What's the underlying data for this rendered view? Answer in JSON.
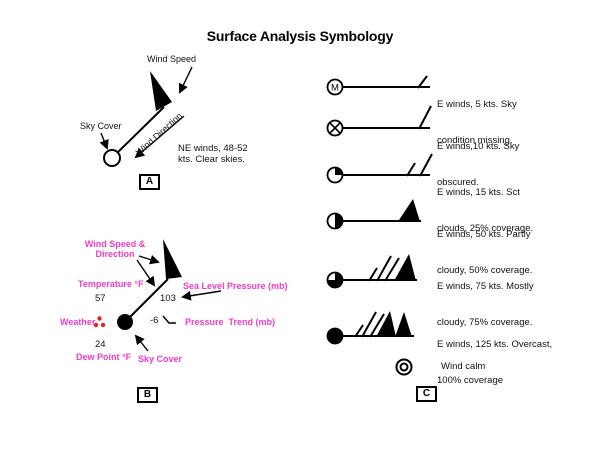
{
  "title": "Surface Analysis Symbology",
  "colors": {
    "label_magenta": "#f23cc7",
    "weather_red": "#e62222",
    "ink_black": "#000000"
  },
  "section_a": {
    "tag": "A",
    "wind_speed_label": "Wind Speed",
    "sky_cover_label": "Sky Cover",
    "wind_direction_label": "Wind Direction",
    "caption_line1": "NE winds, 48-52",
    "caption_line2": "kts. Clear skies."
  },
  "section_b": {
    "tag": "B",
    "label_line1": "Wind Speed &",
    "label_line2": "Direction",
    "temperature_label": "Temperature °F",
    "temperature_value": "57",
    "sea_level_pressure_label": "Sea Level Pressure (mb)",
    "sea_level_pressure_value": "103",
    "weather_label": "Weather",
    "weather_symbol": "moderate-rain-dots",
    "pressure_trend_value": "-6",
    "pressure_trend_symbol": "falling-then-steady",
    "pressure_trend_label": "Pressure  Trend (mb)",
    "dew_point_value": "24",
    "dew_point_label": "Dew Point °F",
    "sky_cover_label": "Sky Cover",
    "sky_cover_symbol": "overcast-filled-circle"
  },
  "section_c": {
    "tag": "C",
    "circle_m_letter": "M",
    "rows": [
      {
        "symbol": "circle-M-with-half-barb",
        "line1": "E winds, 5 kts. Sky",
        "line2": "condition missing."
      },
      {
        "symbol": "circle-X-with-full-barb",
        "line1": "E winds,10 kts. Sky",
        "line2": "obscured."
      },
      {
        "symbol": "quarter-filled-circle-full-plus-half-barb",
        "line1": "E winds, 15 kts. Sct",
        "line2": "clouds, 25% coverage."
      },
      {
        "symbol": "half-filled-circle-pennant",
        "line1": "E winds, 50 kts. Partly",
        "line2": "cloudy, 50% coverage."
      },
      {
        "symbol": "three-quarter-filled-circle-pennant-2full-half",
        "line1": "E winds, 75 kts. Mostly",
        "line2": "cloudy, 75% coverage."
      },
      {
        "symbol": "filled-circle-2pennants-2full-half",
        "line1": "E winds, 125 kts. Overcast,",
        "line2": "100% coverage"
      }
    ],
    "wind_calm_label": "Wind calm",
    "wind_calm_symbol": "double-circle"
  }
}
